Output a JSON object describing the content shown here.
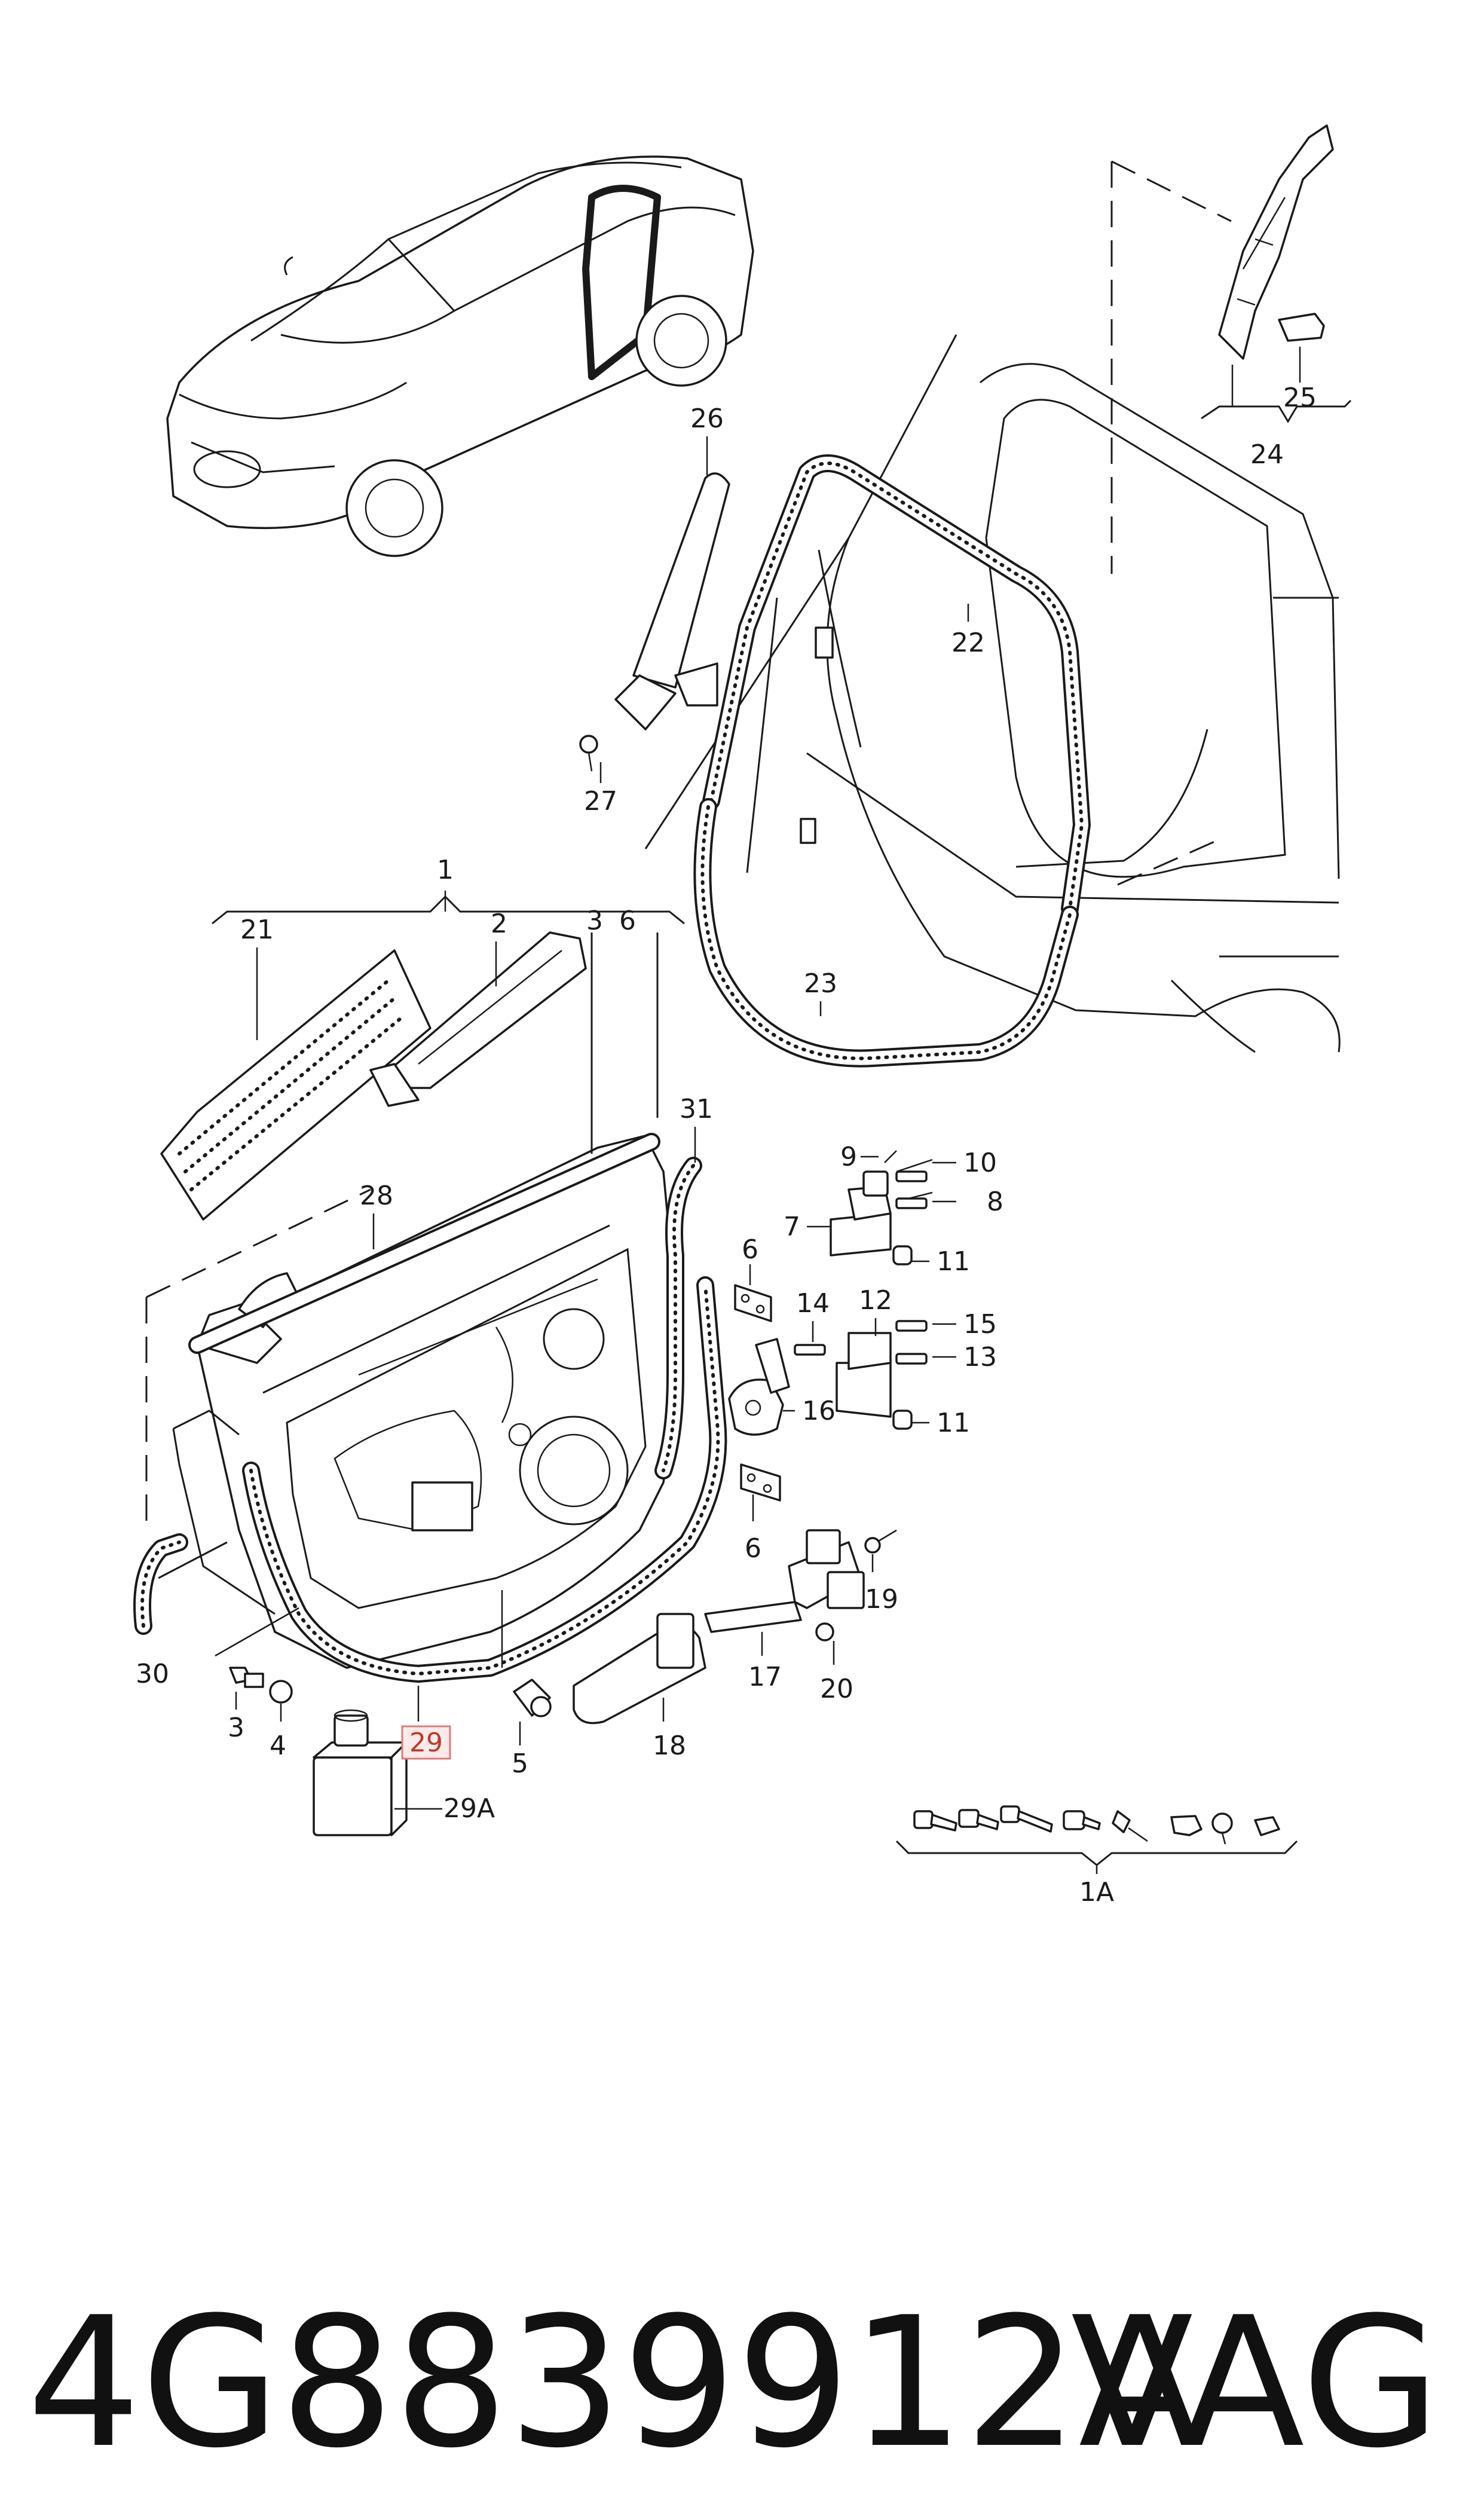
{
  "callouts": [
    {
      "id": "1",
      "label": "1"
    },
    {
      "id": "1A",
      "label": "1A"
    },
    {
      "id": "2",
      "label": "2"
    },
    {
      "id": "3a",
      "label": "3"
    },
    {
      "id": "3b",
      "label": "3"
    },
    {
      "id": "4",
      "label": "4"
    },
    {
      "id": "5",
      "label": "5"
    },
    {
      "id": "6a",
      "label": "6"
    },
    {
      "id": "6b",
      "label": "6"
    },
    {
      "id": "6c",
      "label": "6"
    },
    {
      "id": "7",
      "label": "7"
    },
    {
      "id": "8",
      "label": "8"
    },
    {
      "id": "9",
      "label": "9"
    },
    {
      "id": "10",
      "label": "10"
    },
    {
      "id": "11a",
      "label": "11"
    },
    {
      "id": "11b",
      "label": "11"
    },
    {
      "id": "12",
      "label": "12"
    },
    {
      "id": "13",
      "label": "13"
    },
    {
      "id": "14",
      "label": "14"
    },
    {
      "id": "15",
      "label": "15"
    },
    {
      "id": "16",
      "label": "16"
    },
    {
      "id": "17",
      "label": "17"
    },
    {
      "id": "18",
      "label": "18"
    },
    {
      "id": "19",
      "label": "19"
    },
    {
      "id": "20",
      "label": "20"
    },
    {
      "id": "21",
      "label": "21"
    },
    {
      "id": "22",
      "label": "22"
    },
    {
      "id": "23",
      "label": "23"
    },
    {
      "id": "24",
      "label": "24"
    },
    {
      "id": "25",
      "label": "25"
    },
    {
      "id": "26",
      "label": "26"
    },
    {
      "id": "27",
      "label": "27"
    },
    {
      "id": "28",
      "label": "28"
    },
    {
      "id": "29",
      "label": "29",
      "highlighted": true
    },
    {
      "id": "29A",
      "label": "29A"
    },
    {
      "id": "30",
      "label": "30"
    },
    {
      "id": "31",
      "label": "31"
    }
  ],
  "highlight_color": "#e07a7a",
  "part_number": "4G8839912A",
  "brand": "VAG"
}
